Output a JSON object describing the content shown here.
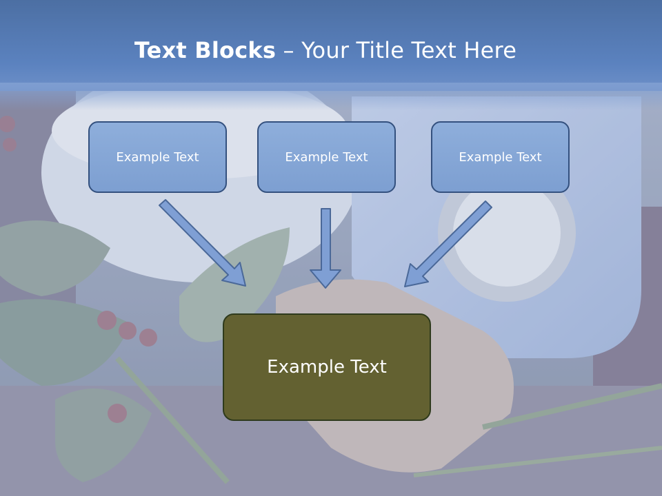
{
  "slide": {
    "title_bold": "Text Blocks",
    "title_dash": " – ",
    "title_rest": "Your Title Text Here",
    "boxes": [
      {
        "text": "Example Text"
      },
      {
        "text": "Example Text"
      },
      {
        "text": "Example Text"
      }
    ],
    "main_box": {
      "text": "Example Text"
    }
  },
  "colors": {
    "title_band": "#5b82bf",
    "box_fill": "#85a5d6",
    "box_border": "#33507e",
    "main_box_fill": "#636131",
    "arrow_fill": "#7f9fd4",
    "arrow_stroke": "#4a6898"
  }
}
